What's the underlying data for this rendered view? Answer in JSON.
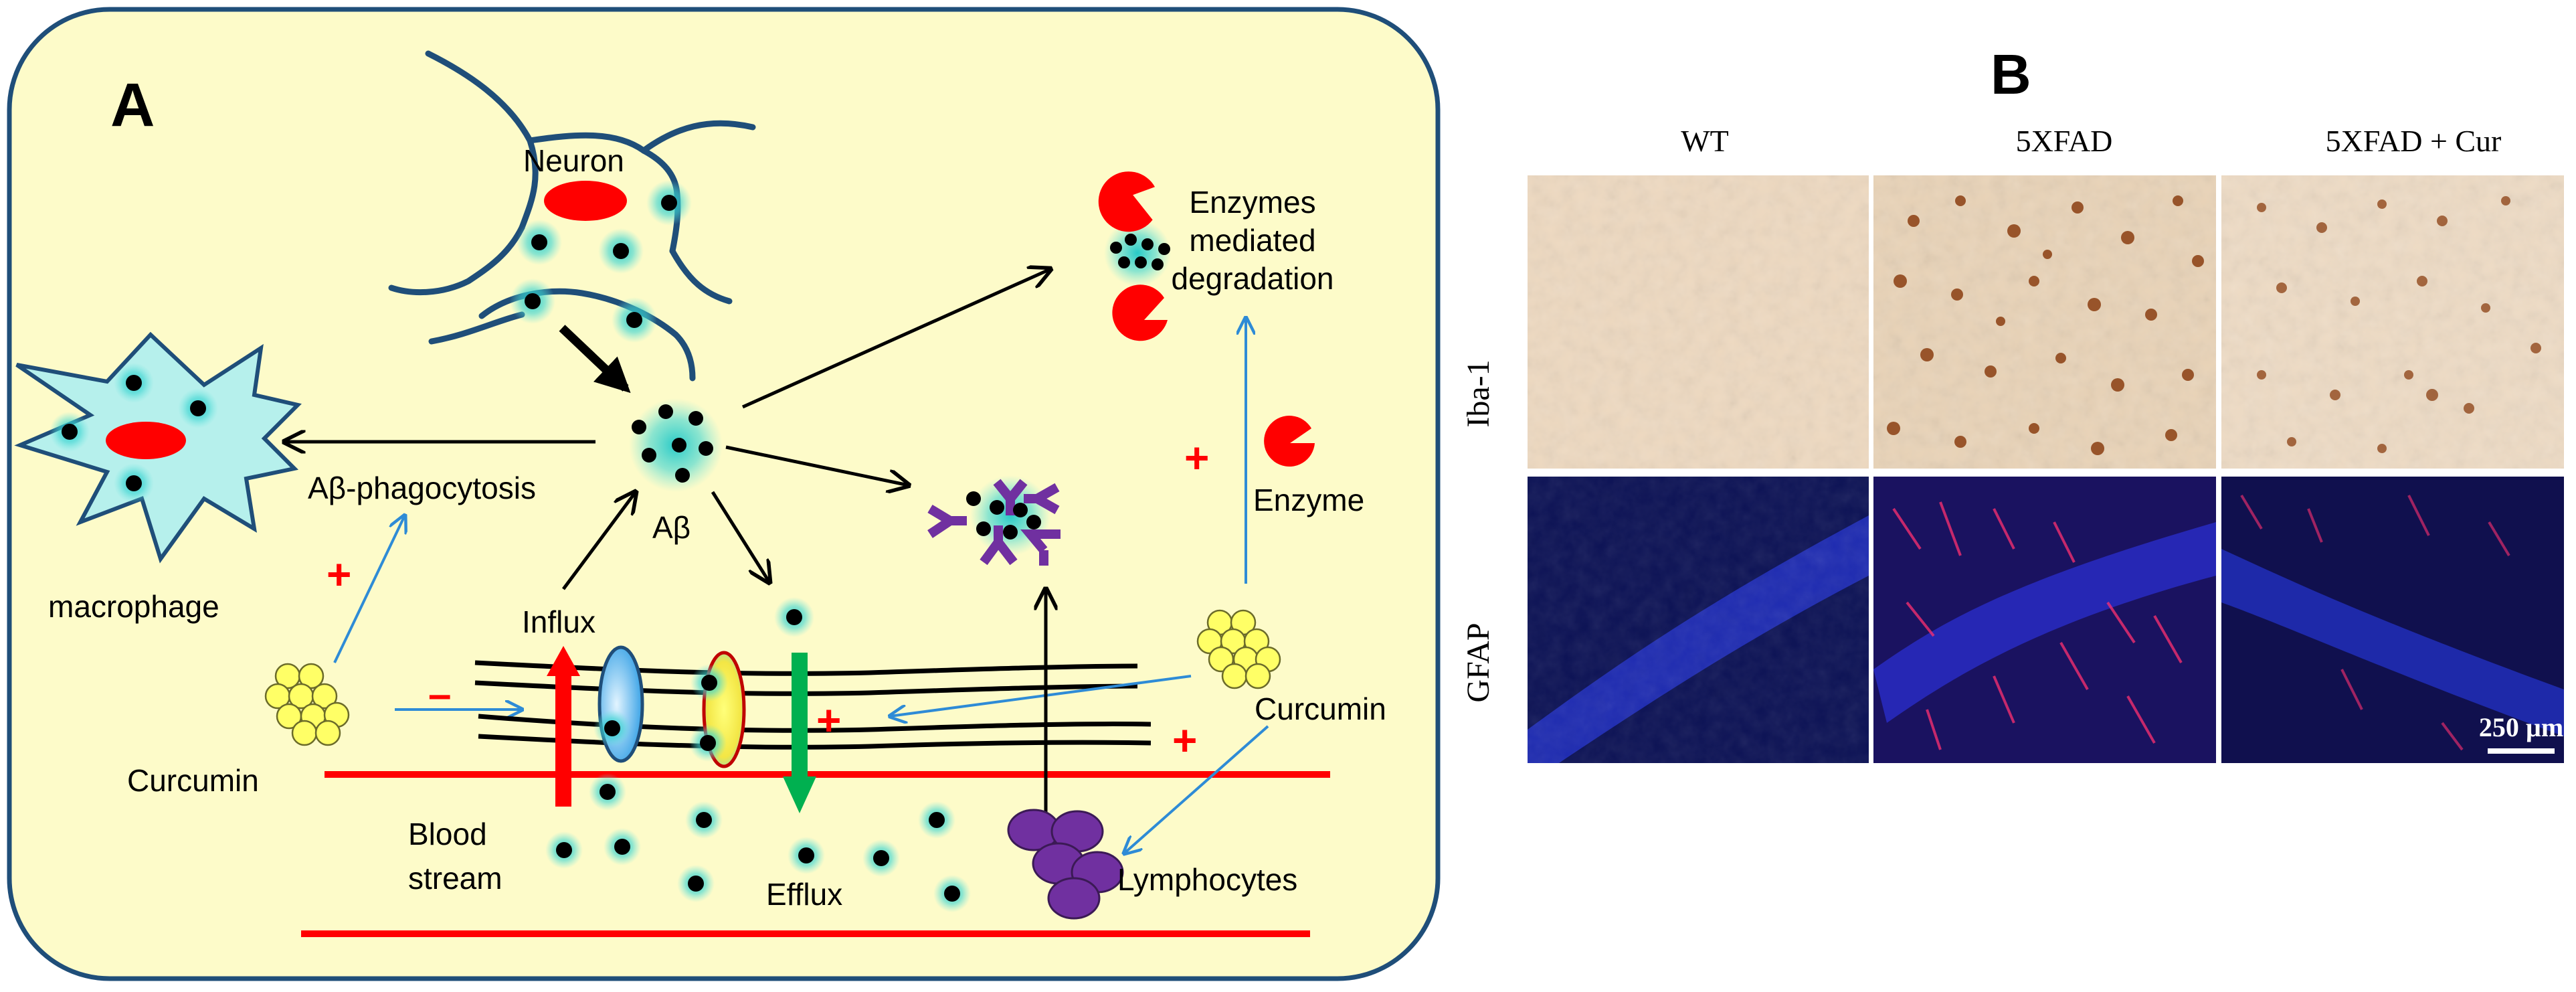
{
  "panel_a": {
    "letter": "A",
    "labels": {
      "neuron": "Neuron",
      "enzymes_line1": "Enzymes",
      "enzymes_line2": "mediated",
      "enzymes_line3": "degradation",
      "phagocytosis": "Aβ-phagocytosis",
      "abeta": "Aβ",
      "enzyme": "Enzyme",
      "macrophage": "macrophage",
      "influx": "Influx",
      "curcumin_left": "Curcumin",
      "curcumin_right": "Curcumin",
      "blood_line1": "Blood",
      "blood_line2": "stream",
      "efflux": "Efflux",
      "lymphocytes": "Lymphocytes"
    },
    "signs": {
      "plus": "+",
      "minus": "–"
    }
  },
  "panel_b": {
    "letter": "B",
    "columns": [
      "WT",
      "5XFAD",
      "5XFAD + Cur"
    ],
    "rows": [
      "Iba-1",
      "GFAP"
    ],
    "scale_bar": "250 µm"
  },
  "colors": {
    "panel_bg": "#fdfbc9",
    "panel_border": "#1f4e79",
    "neuron_line": "#1f4e79",
    "red": "#ff0000",
    "green": "#00b050",
    "blue_arrow": "#2e8bd6",
    "curcumin": "#ffff66",
    "lymphocyte": "#7030a0",
    "macrophage": "#b6f0ec",
    "iba_bg": "#eed9c0",
    "gfap_bg": "#0c1255"
  }
}
